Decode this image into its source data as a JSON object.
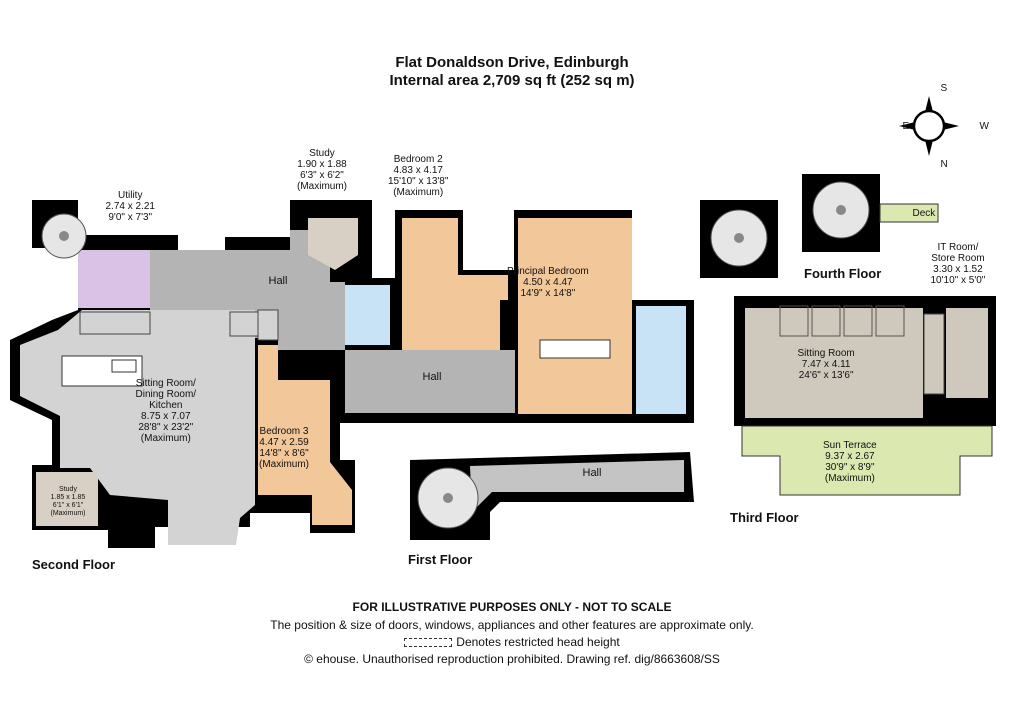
{
  "header": {
    "title": "Flat  Donaldson Drive, Edinburgh",
    "area": "Internal area 2,709 sq ft (252 sq m)"
  },
  "compass": {
    "n": "N",
    "s": "S",
    "e": "E",
    "w": "W"
  },
  "floors": {
    "second": "Second Floor",
    "first": "First Floor",
    "third": "Third Floor",
    "fourth": "Fourth Floor"
  },
  "rooms": {
    "utility": {
      "name": "Utility",
      "metric": "2.74 x 2.21",
      "imperial": "9'0\" x 7'3\""
    },
    "study_top": {
      "name": "Study",
      "metric": "1.90 x 1.88",
      "imperial": "6'3\" x 6'2\"",
      "note": "(Maximum)"
    },
    "bedroom2": {
      "name": "Bedroom 2",
      "metric": "4.83 x 4.17",
      "imperial": "15'10\" x 13'8\"",
      "note": "(Maximum)"
    },
    "principal": {
      "name": "Principal Bedroom",
      "metric": "4.50 x 4.47",
      "imperial": "14'9\" x 14'8\""
    },
    "hall_top": {
      "name": "Hall"
    },
    "hall_mid": {
      "name": "Hall"
    },
    "hall_first": {
      "name": "Hall"
    },
    "sitting": {
      "l1": "Sitting Room/",
      "l2": "Dining Room/",
      "l3": "Kitchen",
      "metric": "8.75 x 7.07",
      "imperial": "28'8\" x 23'2\"",
      "note": "(Maximum)"
    },
    "bedroom3": {
      "name": "Bedroom 3",
      "metric": "4.47 x 2.59",
      "imperial": "14'8\" x 8'6\"",
      "note": "(Maximum)"
    },
    "study_small": {
      "name": "Study",
      "metric": "1.85 x 1.85",
      "imperial": "6'1\" x 6'1\"",
      "note": "(Maximum)"
    },
    "it_room": {
      "l1": "IT Room/",
      "l2": "Store Room",
      "metric": "3.30 x 1.52",
      "imperial": "10'10\" x 5'0\""
    },
    "sitting3": {
      "name": "Sitting Room",
      "metric": "7.47 x 4.11",
      "imperial": "24'6\" x 13'6\""
    },
    "terrace": {
      "name": "Sun Terrace",
      "metric": "9.37 x 2.67",
      "imperial": "30'9\" x 8'9\"",
      "note": "(Maximum)"
    },
    "deck": {
      "name": "Deck"
    }
  },
  "colors": {
    "wall": "#000000",
    "hall": "#b4b4b4",
    "utility": "#d9c2e6",
    "bedroom": "#f2c79a",
    "bath": "#c7e3f5",
    "terrace": "#dbe8b0",
    "sitting": "#cfc9bd"
  },
  "footer": {
    "l1": "FOR ILLUSTRATIVE PURPOSES ONLY - NOT TO SCALE",
    "l2": "The position & size of doors, windows, appliances and other features are approximate only.",
    "l3": "Denotes restricted head height",
    "l4": "© ehouse. Unauthorised reproduction prohibited. Drawing ref. dig/8663608/SS"
  }
}
